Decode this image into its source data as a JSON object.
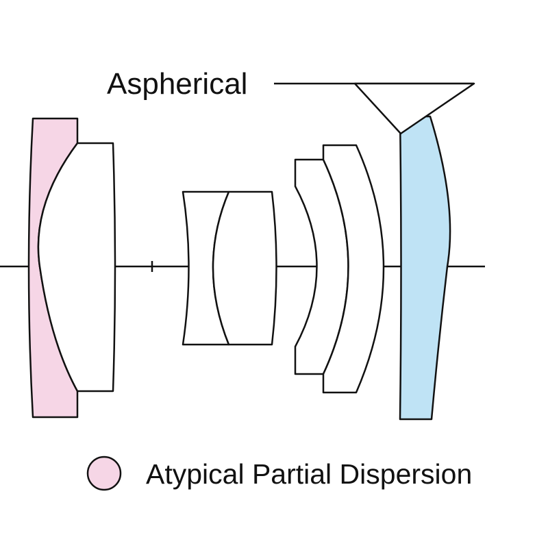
{
  "labels": {
    "aspherical": "Aspherical",
    "legend_atypical": "Atypical Partial Dispersion"
  },
  "colors": {
    "atypical_partial_dispersion": "#f6d6e6",
    "aspherical": "#bfe3f5",
    "plain_element": "#ffffff",
    "stroke": "#111111"
  },
  "lens_elements": [
    {
      "id": 1,
      "material": "atypical_partial_dispersion"
    },
    {
      "id": 2,
      "material": "plain"
    },
    {
      "id": 3,
      "material": "plain"
    },
    {
      "id": 4,
      "material": "plain"
    },
    {
      "id": 5,
      "material": "plain"
    },
    {
      "id": 6,
      "material": "plain"
    },
    {
      "id": 7,
      "material": "aspherical"
    }
  ]
}
